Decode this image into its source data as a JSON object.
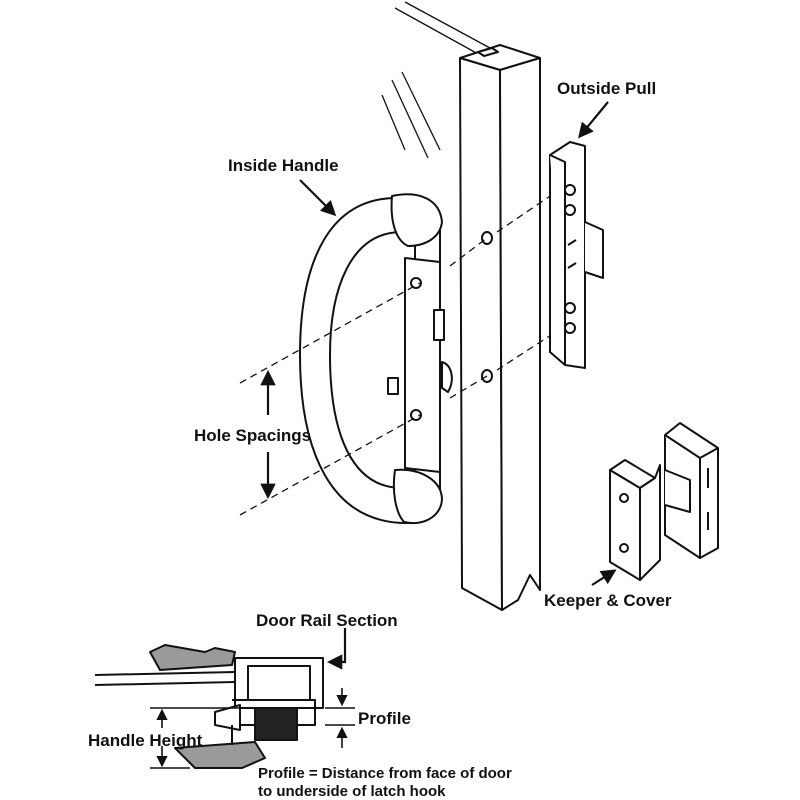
{
  "labels": {
    "outside_pull": "Outside Pull",
    "inside_handle": "Inside Handle",
    "hole_spacings": "Hole Spacings",
    "keeper_cover": "Keeper & Cover",
    "door_rail_section": "Door Rail Section",
    "profile": "Profile",
    "handle_height": "Handle Height",
    "profile_def_line1": "Profile = Distance from face of door",
    "profile_def_line2": "to underside of latch hook"
  },
  "colors": {
    "ink": "#111111",
    "paper": "#ffffff",
    "latch_fill": "#222222",
    "section_grey": "#9a9a9a"
  }
}
